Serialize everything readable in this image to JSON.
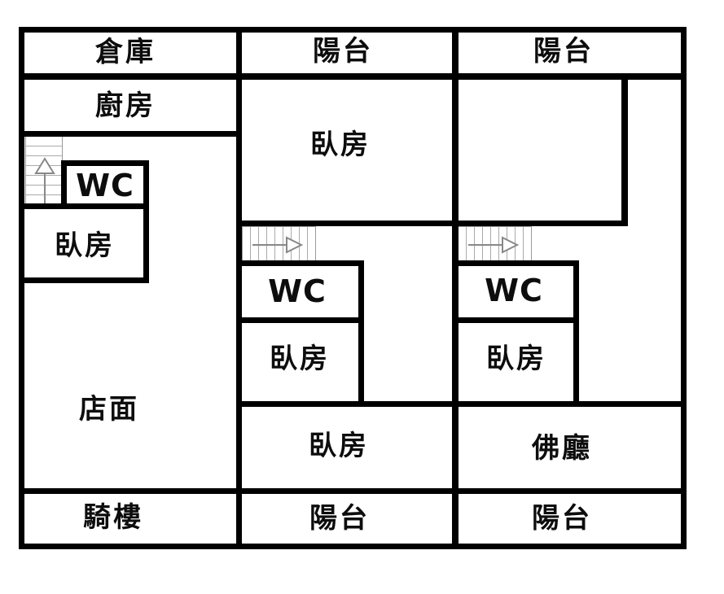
{
  "title": "floor-plan",
  "labels": {
    "storage": "倉庫",
    "balcony_top_mid": "陽台",
    "balcony_top_right": "陽台",
    "kitchen": "廚房",
    "wc_left": "WC",
    "wc_mid": "WC",
    "wc_right": "WC",
    "bedroom_left": "臥房",
    "bedroom_mid_top": "臥房",
    "bedroom_mid": "臥房",
    "bedroom_right": "臥房",
    "bedroom_bottom_mid": "臥房",
    "shop": "店面",
    "buddha_hall": "佛廳",
    "arcade": "騎樓",
    "balcony_bottom_mid": "陽台",
    "balcony_bottom_right": "陽台"
  },
  "stairs": {
    "left_direction": "up",
    "middle_direction": "right",
    "right_direction": "right"
  },
  "colors": {
    "wall": "#000000",
    "background": "#ffffff",
    "stair_line": "#aaaaaa",
    "stair_arrow": "#888888",
    "label_text": "#0d0d0d"
  }
}
